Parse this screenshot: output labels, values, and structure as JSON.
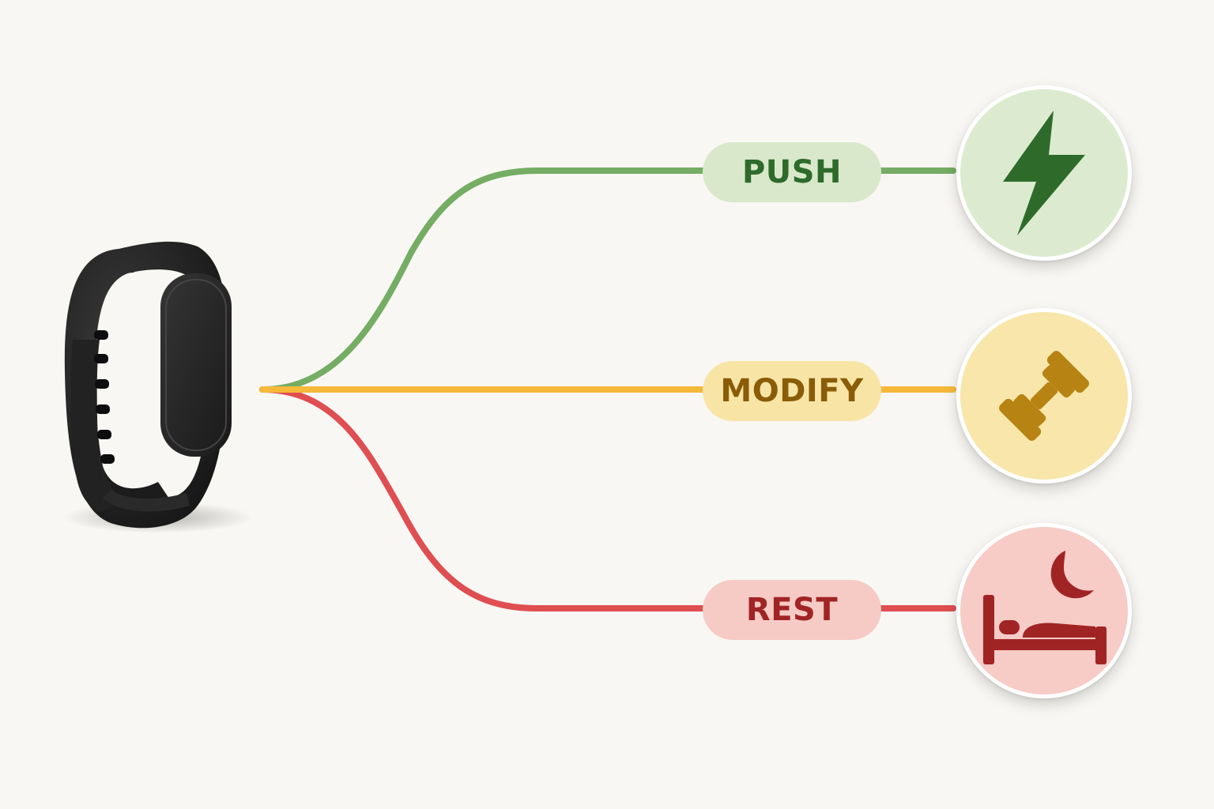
{
  "colors": {
    "background": "#f8f7f3",
    "push": {
      "line": "#74ad63",
      "pill_bg": "#d9e8cb",
      "text": "#2e6b2b",
      "badge_bg": "#dcebcf",
      "icon": "#2e6b2b"
    },
    "modify": {
      "line": "#f6b93a",
      "pill_bg": "#f8e5a6",
      "text": "#8a5c07",
      "badge_bg": "#f8e6aa",
      "icon": "#b78414"
    },
    "rest": {
      "line": "#df4e51",
      "pill_bg": "#f6cbc6",
      "text": "#a12424",
      "badge_bg": "#f7cbc6",
      "icon": "#a12424"
    },
    "band": "#232323"
  },
  "device": {
    "icon": "fitness-band-icon"
  },
  "branches": [
    {
      "id": "push",
      "label": "PUSH",
      "icon": "lightning-bolt-icon"
    },
    {
      "id": "modify",
      "label": "MODIFY",
      "icon": "dumbbell-icon"
    },
    {
      "id": "rest",
      "label": "REST",
      "icon": "bed-moon-icon"
    }
  ]
}
